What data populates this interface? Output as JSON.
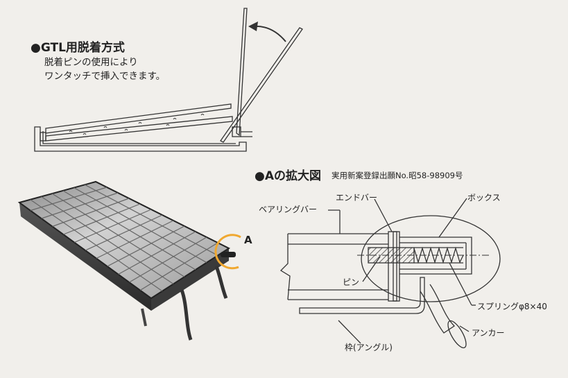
{
  "section1": {
    "title": "●GTL用脱着方式",
    "desc_line1": "脱着ピンの使用により",
    "desc_line2": "ワンタッチで挿入できます。"
  },
  "section2": {
    "title": "●Aの拡大図",
    "subtitle": "実用新案登録出願No.昭58-98909号"
  },
  "photo": {
    "marker": "A"
  },
  "labels": {
    "end_bar": "エンドバー",
    "box": "ボックス",
    "bearing_bar": "ベアリングバー",
    "pin": "ピン",
    "spring": "スプリングφ8×40",
    "anchor": "アンカー",
    "frame": "枠(アングル)"
  },
  "colors": {
    "background": "#f1efeb",
    "accent": "#f0a830",
    "line": "#333333"
  }
}
